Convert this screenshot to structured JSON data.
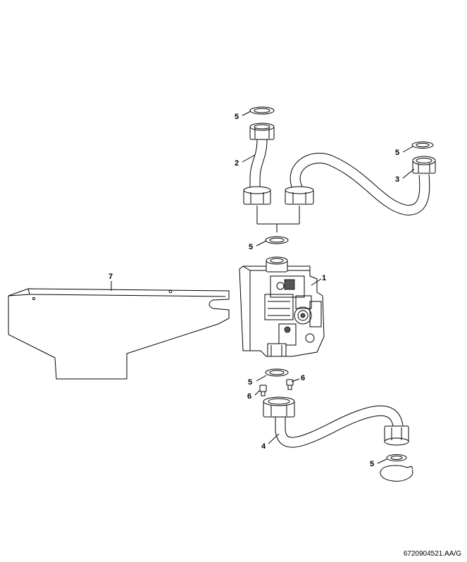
{
  "callouts": {
    "c1": "1",
    "c2": "2",
    "c3": "3",
    "c4": "4",
    "c5a": "5",
    "c5b": "5",
    "c5c": "5",
    "c5d": "5",
    "c5e": "5",
    "c6a": "6",
    "c6b": "6",
    "c7": "7"
  },
  "reference": "6720904521.AA/G",
  "colors": {
    "line": "#000000",
    "background": "#ffffff",
    "shade": "#555555"
  }
}
